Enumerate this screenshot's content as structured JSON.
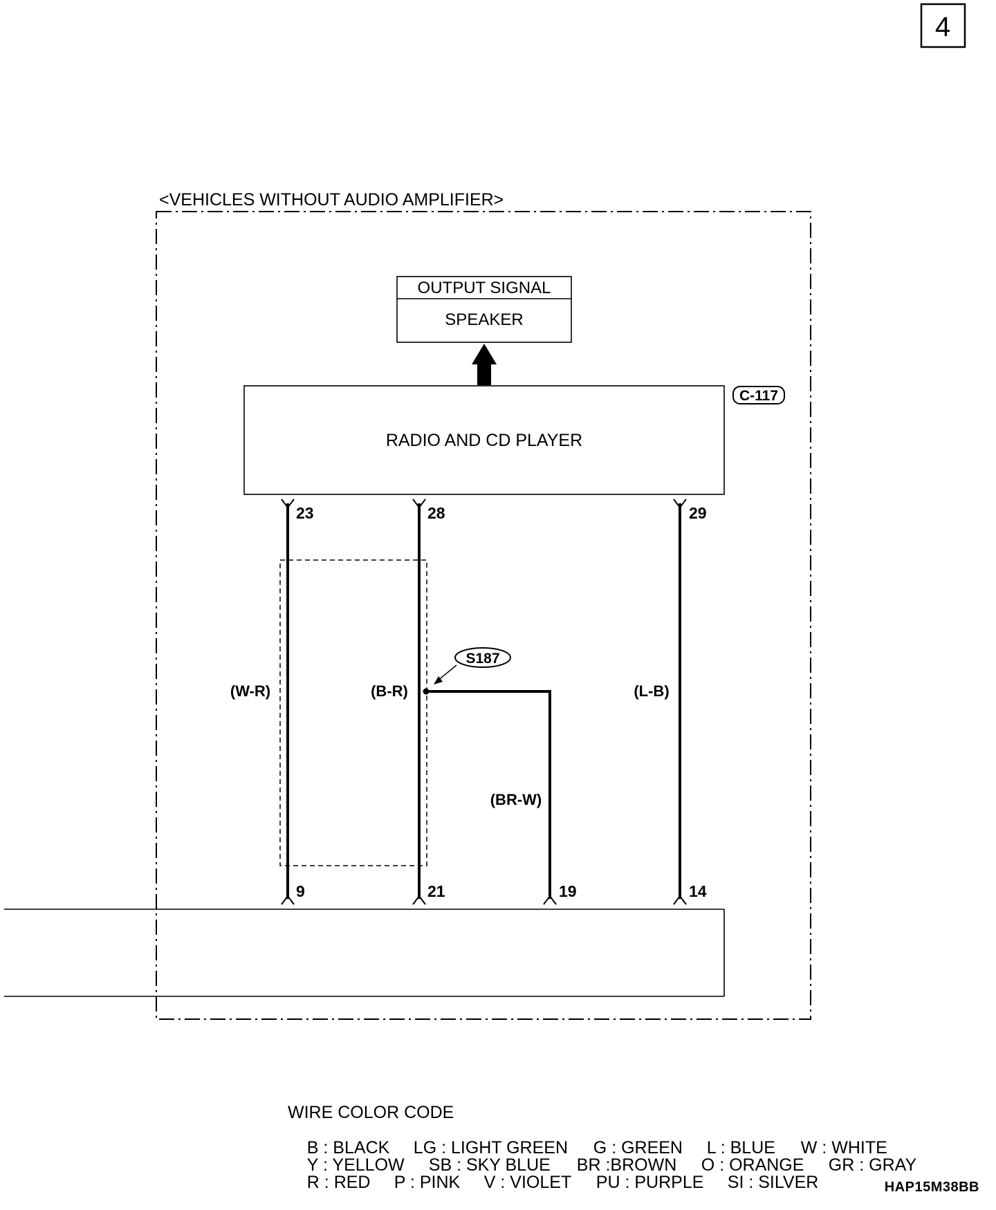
{
  "page_number": "4",
  "scope_label": "<VEHICLES WITHOUT AUDIO AMPLIFIER>",
  "output_box": {
    "header": "OUTPUT SIGNAL",
    "body": "SPEAKER"
  },
  "component": {
    "name": "RADIO AND CD PLAYER",
    "connector": "C-117"
  },
  "pins_top": [
    "23",
    "28",
    "29"
  ],
  "pins_bottom": [
    "9",
    "21",
    "19",
    "14"
  ],
  "wires": [
    {
      "color_code": "(W-R)"
    },
    {
      "color_code": "(B-R)"
    },
    {
      "color_code": "(BR-W)"
    },
    {
      "color_code": "(L-B)"
    }
  ],
  "splice": "S187",
  "legend": {
    "title": "WIRE COLOR CODE",
    "rows": [
      [
        "B : BLACK",
        "LG : LIGHT GREEN",
        "G : GREEN",
        "L : BLUE",
        "W : WHITE"
      ],
      [
        "Y : YELLOW",
        "SB : SKY BLUE",
        "BR :BROWN",
        "O : ORANGE",
        "GR : GRAY"
      ],
      [
        "R : RED",
        "P : PINK",
        "V : VIOLET",
        "PU : PURPLE",
        "SI : SILVER"
      ]
    ]
  },
  "reference_code": "HAP15M38BB"
}
